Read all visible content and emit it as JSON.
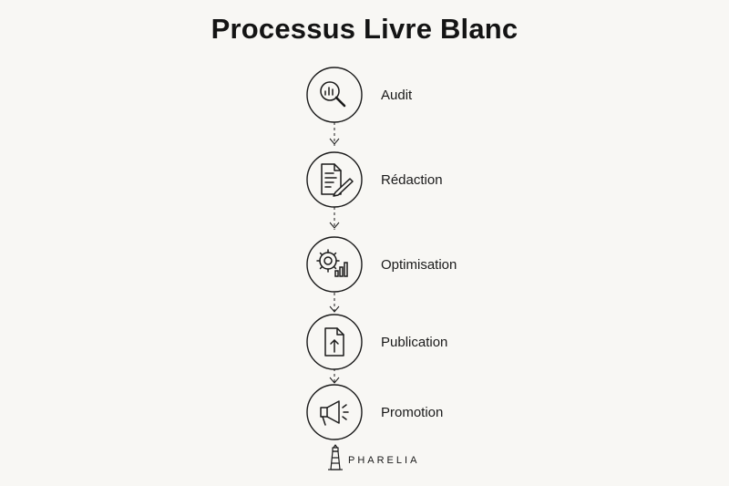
{
  "title": "Processus Livre Blanc",
  "steps": [
    {
      "label": "Audit",
      "icon": "magnifier-chart-icon"
    },
    {
      "label": "Rédaction",
      "icon": "document-pen-icon"
    },
    {
      "label": "Optimisation",
      "icon": "gear-chart-icon"
    },
    {
      "label": "Publication",
      "icon": "file-upload-icon"
    },
    {
      "label": "Promotion",
      "icon": "megaphone-icon"
    }
  ],
  "brand": {
    "name": "PHARELIA",
    "logo_icon": "lighthouse-icon"
  },
  "colors": {
    "background": "#f8f7f4",
    "stroke": "#1a1a1a"
  }
}
